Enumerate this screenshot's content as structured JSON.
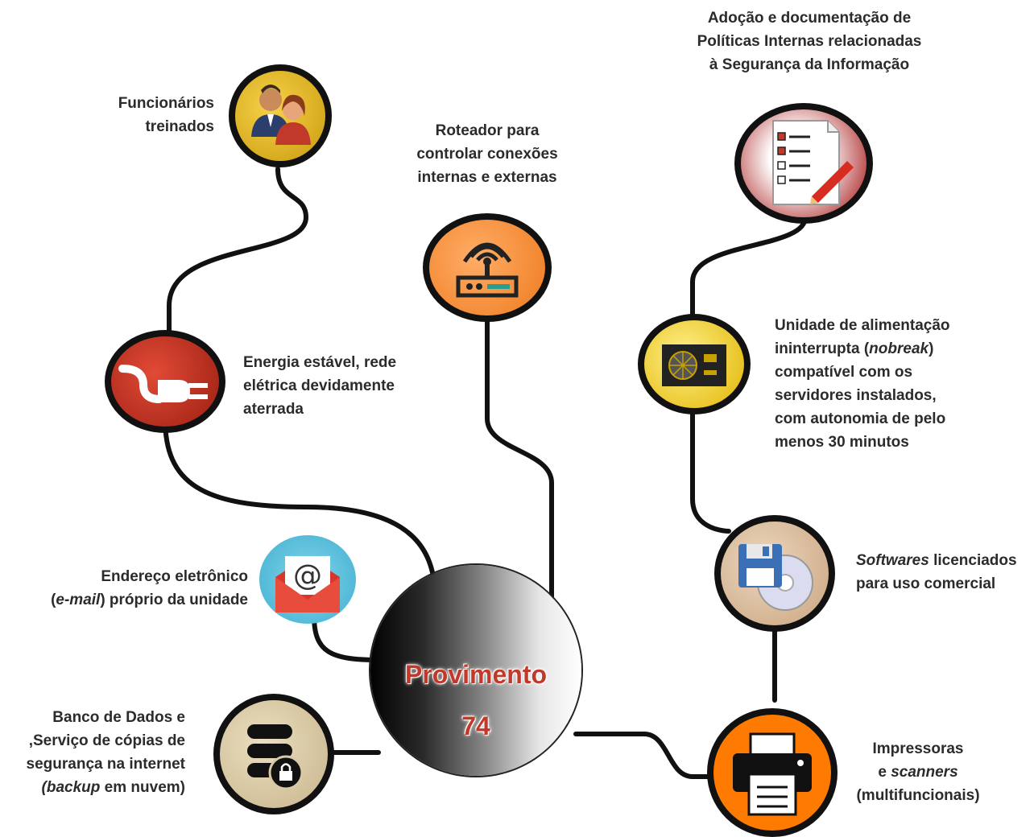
{
  "hub": {
    "line1": "Provimento",
    "line2": "74"
  },
  "nodes": {
    "staff": {
      "icon": "staff-people-icon",
      "lines": [
        "Funcionários",
        "treinados"
      ]
    },
    "power": {
      "icon": "power-plug-icon",
      "lines": [
        "Energia estável, rede",
        "elétrica devidamente",
        "aterrada"
      ]
    },
    "router": {
      "icon": "router-icon",
      "lines": [
        "Roteador para",
        "controlar conexões",
        "internas e externas"
      ]
    },
    "policies": {
      "icon": "checklist-document-icon",
      "lines": [
        "Adoção e documentação de",
        "Políticas Internas relacionadas",
        "à Segurança da Informação"
      ]
    },
    "ups": {
      "icon": "power-supply-icon",
      "line1": "Unidade de alimentação",
      "line2_pre": "ininterrupta (",
      "line2_em": "nobreak",
      "line2_post": ")",
      "line3": "compatível com os",
      "line4": "servidores instalados,",
      "line5": "com autonomia de pelo",
      "line6": "menos 30 minutos"
    },
    "software": {
      "icon": "floppy-cd-icon",
      "line1_em": "Softwares",
      "line1_post": " licenciados",
      "line2": "para uso comercial"
    },
    "email": {
      "icon": "email-envelope-icon",
      "line1": "Endereço eletrônico",
      "line2_pre": "(",
      "line2_em": "e-mail",
      "line2_post": ") próprio da unidade"
    },
    "database": {
      "icon": "database-lock-icon",
      "line1": "Banco de Dados e",
      "line2": ",Serviço de cópias de",
      "line3_pre": "segurança na ",
      "line3_strong": "internet",
      "line4_em": "(backup",
      "line4_post": " em nuvem)"
    },
    "printer": {
      "icon": "printer-icon",
      "line1": "Impressoras",
      "line2_pre": "e ",
      "line2_em": "scanners",
      "line2_post": "(multifuncionais)"
    }
  },
  "colors": {
    "staff": "#e8b419",
    "power": "#c0392b",
    "router": "#f39c3c",
    "policies": "#b03a3a",
    "ups": "#f1c40f",
    "software": "#d9b99b",
    "email": "#5bc0de",
    "database": "#d8c8a6",
    "printer": "#ff7a00",
    "hub_text": "#c0392b",
    "wire": "#111111"
  }
}
